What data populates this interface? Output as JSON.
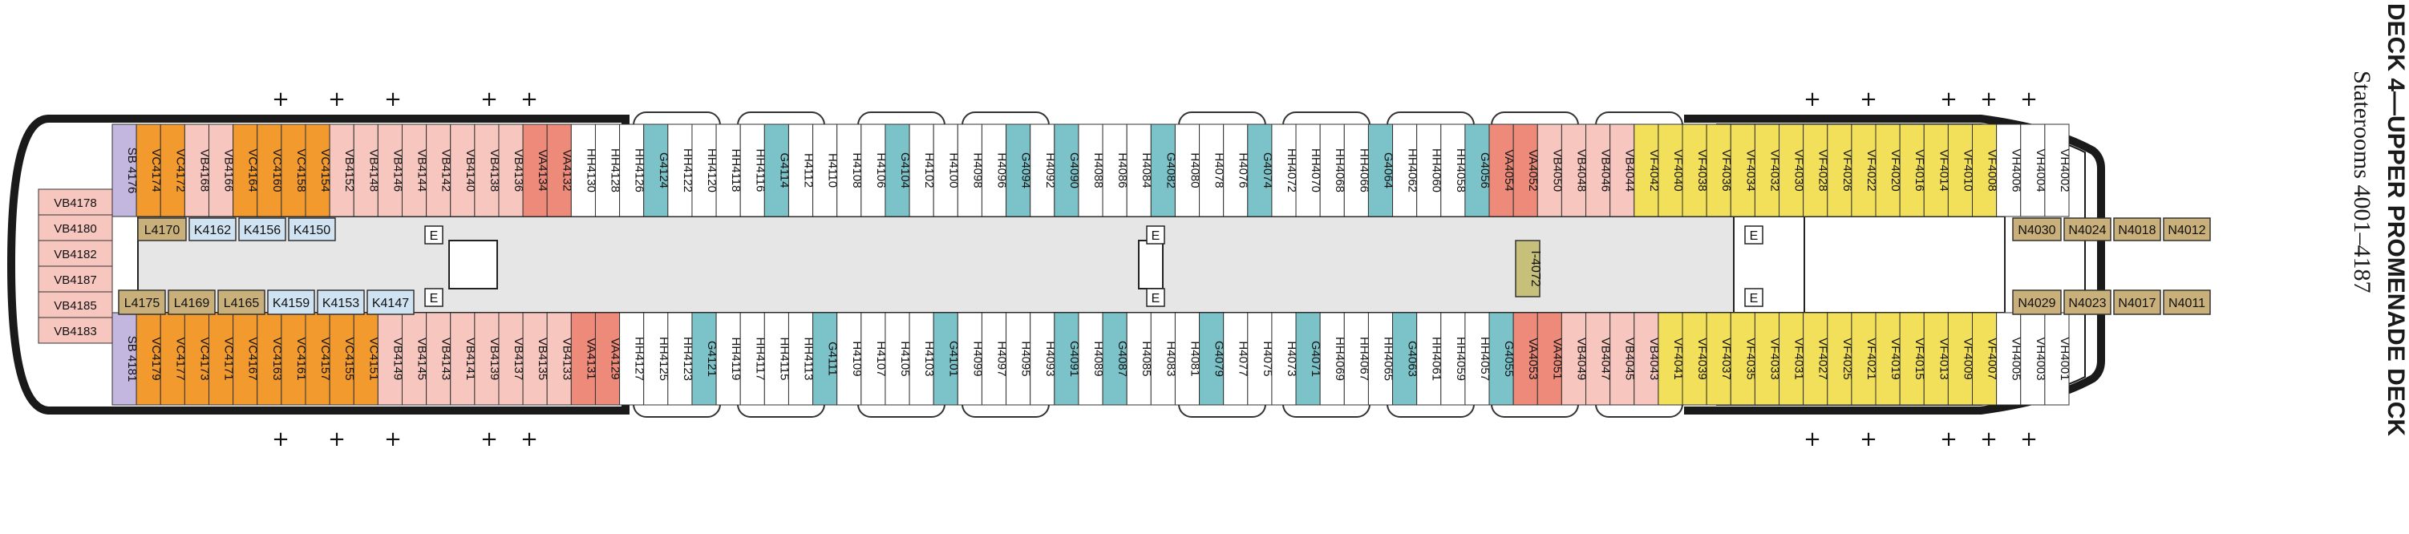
{
  "title": {
    "deck": "DECK 4—UPPER PROMENADE DECK",
    "staterooms": "Staterooms 4001–4187"
  },
  "colors": {
    "VB": "#f6c6bf",
    "VC": "#f39a2e",
    "VA": "#ee8a7a",
    "VF": "#f3e05a",
    "VH": "#ffffff",
    "HH": "#ffffff",
    "G": "#7cc3c9",
    "L": "#c9b07a",
    "K": "#cfe3f2",
    "N": "#c9b07a",
    "SB": "#c3b6df",
    "I": "#c7c07a",
    "hull": "#1a1a1a"
  },
  "top_row": [
    [
      "SB 4176",
      "SB"
    ],
    [
      "VC4174",
      "VC"
    ],
    [
      "VC4172",
      "VC"
    ],
    [
      "VB4168",
      "VB"
    ],
    [
      "VB4166",
      "VB"
    ],
    [
      "VC4164",
      "VC"
    ],
    [
      "VC4160",
      "VC"
    ],
    [
      "VC4158",
      "VC"
    ],
    [
      "VC4154",
      "VC"
    ],
    [
      "VB4152",
      "VB"
    ],
    [
      "VB4148",
      "VB"
    ],
    [
      "VB4146",
      "VB"
    ],
    [
      "VB4144",
      "VB"
    ],
    [
      "VB4142",
      "VB"
    ],
    [
      "VB4140",
      "VB"
    ],
    [
      "VB4138",
      "VB"
    ],
    [
      "VB4136",
      "VB"
    ],
    [
      "VA4134",
      "VA"
    ],
    [
      "VA4132",
      "VA"
    ],
    [
      "HH4130",
      "HH"
    ],
    [
      "HH4128",
      "HH"
    ],
    [
      "HH4126",
      "HH"
    ],
    [
      "G4124",
      "G"
    ],
    [
      "HH4122",
      "HH"
    ],
    [
      "HH4120",
      "HH"
    ],
    [
      "HH4118",
      "HH"
    ],
    [
      "HH4116",
      "HH"
    ],
    [
      "G4114",
      "G"
    ],
    [
      "H4112",
      "HH"
    ],
    [
      "H4110",
      "HH"
    ],
    [
      "H4108",
      "HH"
    ],
    [
      "H4106",
      "HH"
    ],
    [
      "G4104",
      "G"
    ],
    [
      "H4102",
      "HH"
    ],
    [
      "H4100",
      "HH"
    ],
    [
      "H4098",
      "HH"
    ],
    [
      "H4096",
      "HH"
    ],
    [
      "G4094",
      "G"
    ],
    [
      "H4092",
      "HH"
    ],
    [
      "G4090",
      "G"
    ],
    [
      "H4088",
      "HH"
    ],
    [
      "H4086",
      "HH"
    ],
    [
      "H4084",
      "HH"
    ],
    [
      "G4082",
      "G"
    ],
    [
      "H4080",
      "HH"
    ],
    [
      "H4078",
      "HH"
    ],
    [
      "H4076",
      "HH"
    ],
    [
      "G4074",
      "G"
    ],
    [
      "HH4072",
      "HH"
    ],
    [
      "HH4070",
      "HH"
    ],
    [
      "HH4068",
      "HH"
    ],
    [
      "HH4066",
      "HH"
    ],
    [
      "G4064",
      "G"
    ],
    [
      "HH4062",
      "HH"
    ],
    [
      "HH4060",
      "HH"
    ],
    [
      "HH4058",
      "HH"
    ],
    [
      "G4056",
      "G"
    ],
    [
      "VA4054",
      "VA"
    ],
    [
      "VA4052",
      "VA"
    ],
    [
      "VB4050",
      "VB"
    ],
    [
      "VB4048",
      "VB"
    ],
    [
      "VB4046",
      "VB"
    ],
    [
      "VB4044",
      "VB"
    ],
    [
      "VF4042",
      "VF"
    ],
    [
      "VF4040",
      "VF"
    ],
    [
      "VF4038",
      "VF"
    ],
    [
      "VF4036",
      "VF"
    ],
    [
      "VF4034",
      "VF"
    ],
    [
      "VF4032",
      "VF"
    ],
    [
      "VF4030",
      "VF"
    ],
    [
      "VF4028",
      "VF"
    ],
    [
      "VF4026",
      "VF"
    ],
    [
      "VF4022",
      "VF"
    ],
    [
      "VF4020",
      "VF"
    ],
    [
      "VF4016",
      "VF"
    ],
    [
      "VF4014",
      "VF"
    ],
    [
      "VF4010",
      "VF"
    ],
    [
      "VF4008",
      "VF"
    ],
    [
      "VH4006",
      "VH"
    ],
    [
      "VH4004",
      "VH"
    ],
    [
      "VH4002",
      "VH"
    ]
  ],
  "bottom_row": [
    [
      "SB 4181",
      "SB"
    ],
    [
      "VC4179",
      "VC"
    ],
    [
      "VC4177",
      "VC"
    ],
    [
      "VC4173",
      "VC"
    ],
    [
      "VC4171",
      "VC"
    ],
    [
      "VC4167",
      "VC"
    ],
    [
      "VC4163",
      "VC"
    ],
    [
      "VC4161",
      "VC"
    ],
    [
      "VC4157",
      "VC"
    ],
    [
      "VC4155",
      "VC"
    ],
    [
      "VC4151",
      "VC"
    ],
    [
      "VB4149",
      "VB"
    ],
    [
      "VB4145",
      "VB"
    ],
    [
      "VB4143",
      "VB"
    ],
    [
      "VB4141",
      "VB"
    ],
    [
      "VB4139",
      "VB"
    ],
    [
      "VB4137",
      "VB"
    ],
    [
      "VB4135",
      "VB"
    ],
    [
      "VB4133",
      "VB"
    ],
    [
      "VA4131",
      "VA"
    ],
    [
      "VA4129",
      "VA"
    ],
    [
      "HH4127",
      "HH"
    ],
    [
      "HH4125",
      "HH"
    ],
    [
      "HH4123",
      "HH"
    ],
    [
      "G4121",
      "G"
    ],
    [
      "HH4119",
      "HH"
    ],
    [
      "HH4117",
      "HH"
    ],
    [
      "HH4115",
      "HH"
    ],
    [
      "HH4113",
      "HH"
    ],
    [
      "G4111",
      "G"
    ],
    [
      "H4109",
      "HH"
    ],
    [
      "H4107",
      "HH"
    ],
    [
      "H4105",
      "HH"
    ],
    [
      "H4103",
      "HH"
    ],
    [
      "G4101",
      "G"
    ],
    [
      "H4099",
      "HH"
    ],
    [
      "H4097",
      "HH"
    ],
    [
      "H4095",
      "HH"
    ],
    [
      "H4093",
      "HH"
    ],
    [
      "G4091",
      "G"
    ],
    [
      "H4089",
      "HH"
    ],
    [
      "G4087",
      "G"
    ],
    [
      "H4085",
      "HH"
    ],
    [
      "H4083",
      "HH"
    ],
    [
      "H4081",
      "HH"
    ],
    [
      "G4079",
      "G"
    ],
    [
      "H4077",
      "HH"
    ],
    [
      "H4075",
      "HH"
    ],
    [
      "H4073",
      "HH"
    ],
    [
      "G4071",
      "G"
    ],
    [
      "HH4069",
      "HH"
    ],
    [
      "HH4067",
      "HH"
    ],
    [
      "HH4065",
      "HH"
    ],
    [
      "G4063",
      "G"
    ],
    [
      "HH4061",
      "HH"
    ],
    [
      "HH4059",
      "HH"
    ],
    [
      "HH4057",
      "HH"
    ],
    [
      "G4055",
      "G"
    ],
    [
      "VA4053",
      "VA"
    ],
    [
      "VA4051",
      "VA"
    ],
    [
      "VB4049",
      "VB"
    ],
    [
      "VB4047",
      "VB"
    ],
    [
      "VB4045",
      "VB"
    ],
    [
      "VB4043",
      "VB"
    ],
    [
      "VF4041",
      "VF"
    ],
    [
      "VF4039",
      "VF"
    ],
    [
      "VF4037",
      "VF"
    ],
    [
      "VF4035",
      "VF"
    ],
    [
      "VF4033",
      "VF"
    ],
    [
      "VF4031",
      "VF"
    ],
    [
      "VF4027",
      "VF"
    ],
    [
      "VF4025",
      "VF"
    ],
    [
      "VF4021",
      "VF"
    ],
    [
      "VF4019",
      "VF"
    ],
    [
      "VF4015",
      "VF"
    ],
    [
      "VF4013",
      "VF"
    ],
    [
      "VF4009",
      "VF"
    ],
    [
      "VF4007",
      "VF"
    ],
    [
      "VH4005",
      "VH"
    ],
    [
      "VH4003",
      "VH"
    ],
    [
      "VH4001",
      "VH"
    ]
  ],
  "aft_column": [
    "VB4178",
    "VB4180",
    "VB4182",
    "VB4187",
    "VB4185",
    "VB4183"
  ],
  "inner_blocks": {
    "aft_upper": [
      "L4170",
      "K4162",
      "K4156",
      "K4150"
    ],
    "aft_lower": [
      "L4175",
      "L4169",
      "L4165",
      "K4159",
      "K4153",
      "K4147"
    ],
    "forward_upper": [
      "N4030",
      "N4024",
      "N4018",
      "N4012"
    ],
    "forward_lower": [
      "N4029",
      "N4023",
      "N4017",
      "N4011"
    ],
    "midship": "I-4072"
  },
  "lift_label": "E"
}
